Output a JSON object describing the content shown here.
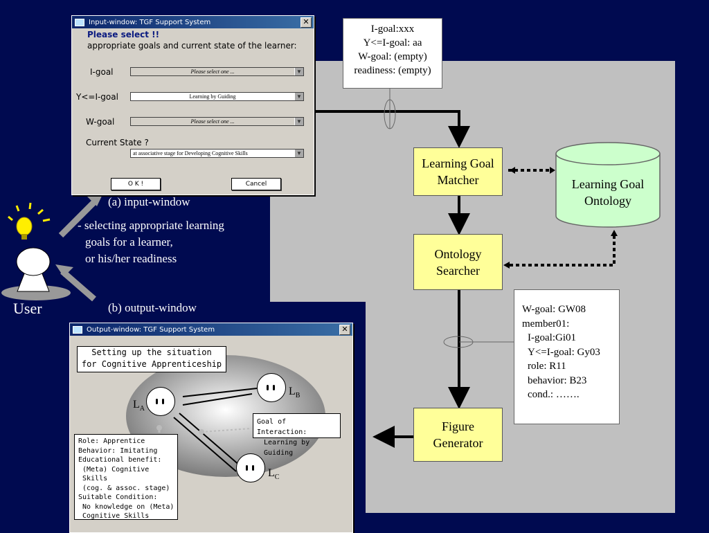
{
  "input_window": {
    "title": "Input-window: TGF Support System",
    "close": "✕",
    "heading": "Please select !!",
    "subheading": "appropriate goals and current state of the learner:",
    "fields": [
      {
        "label": "I-goal",
        "value": "Please select one ..."
      },
      {
        "label": "Y<=I-goal",
        "value": "Learning by Guiding"
      },
      {
        "label": "W-goal",
        "value": "Please select one ..."
      }
    ],
    "current_state_label": "Current State ?",
    "current_state_value": "at associative stage for Developing Cognitive Skills",
    "ok_label": "O K !",
    "cancel_label": "Cancel"
  },
  "top_note": {
    "lines": [
      "I-goal:xxx",
      "Y<=I-goal: aa",
      "W-goal: (empty)",
      "readiness: (empty)"
    ]
  },
  "labels": {
    "input_caption": "(a) input-window",
    "desc_line1": "- selecting appropriate learning",
    "desc_line2": "goals for a learner,",
    "desc_line3": "or his/her readiness",
    "output_caption": "(b) output-window",
    "user": "User"
  },
  "components": {
    "matcher": [
      "Learning Goal",
      "Matcher"
    ],
    "ontology": [
      "Learning Goal",
      "Ontology"
    ],
    "searcher": [
      "Ontology",
      "Searcher"
    ],
    "generator": [
      "Figure",
      "Generator"
    ]
  },
  "side_note": {
    "lines": [
      "W-goal: GW08",
      "member01:",
      "I-goal:Gi01",
      "Y<=I-goal: Gy03",
      "role: R11",
      "behavior: B23",
      "cond.: ……."
    ]
  },
  "output_window": {
    "title": "Output-window: TGF Support System",
    "close": "✕",
    "situation_line1": "Setting up the situation",
    "situation_line2": "for Cognitive Apprenticeship",
    "learners": {
      "a": "L",
      "a_sub": "A",
      "b": "L",
      "b_sub": "B",
      "c": "L",
      "c_sub": "C"
    },
    "goal_line1": "Goal of Interaction:",
    "goal_line2": "Learning by Guiding",
    "role_note": [
      "Role: Apprentice",
      "Behavior: Imitating",
      "Educational benefit:",
      "(Meta) Cognitive Skills",
      "(cog. & assoc. stage)",
      "Suitable Condition:",
      "No knowledge on (Meta)",
      "Cognitive Skills"
    ]
  },
  "colors": {
    "background": "#000a50",
    "panel": "#c0c0c0",
    "component_fill": "#ffff99",
    "ontology_fill": "#ccffcc",
    "bulb": "#ffee00"
  }
}
